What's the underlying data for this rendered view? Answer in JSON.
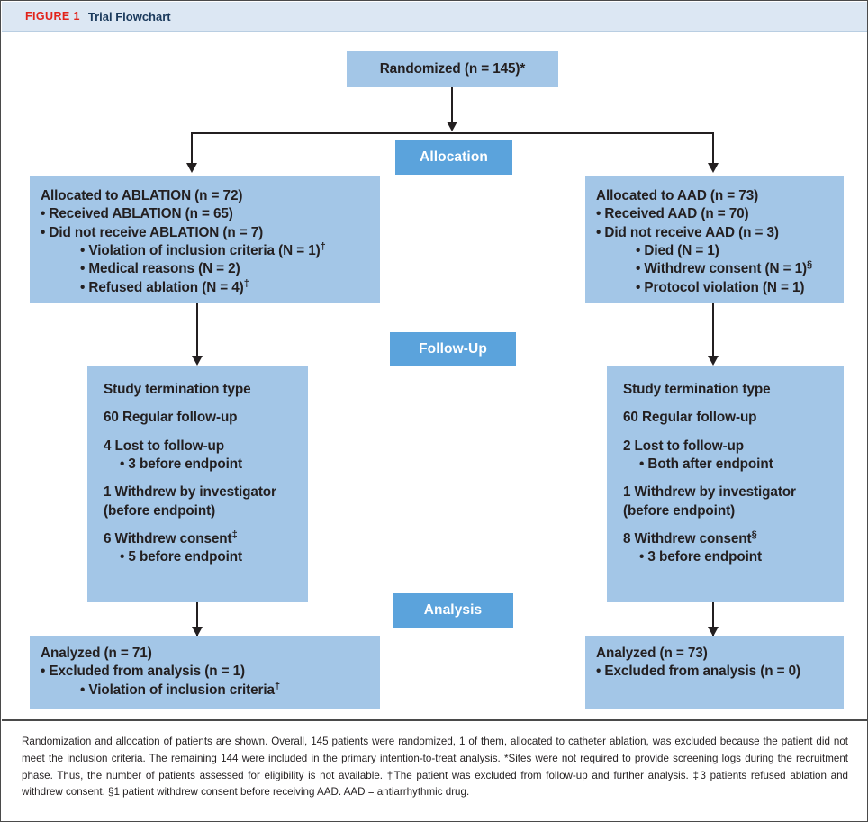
{
  "header": {
    "figure_label": "FIGURE 1",
    "title": "Trial Flowchart",
    "band_color": "#dce7f3",
    "label_color": "#e2231a",
    "title_color": "#1b3a5c"
  },
  "colors": {
    "node_fill": "#a3c6e7",
    "stage_fill": "#5ba3dc",
    "stage_text": "#ffffff",
    "connector": "#231f20",
    "frame_border": "#4a4a4a"
  },
  "chart_data": {
    "type": "diagram",
    "title": "Trial Flowchart",
    "diagram_kind": "CONSORT participant flow",
    "stages": [
      "Allocation",
      "Follow-Up",
      "Analysis"
    ],
    "arms": [
      "ABLATION",
      "AAD"
    ],
    "nodes": {
      "randomized": {
        "total": 145,
        "label": "Randomized (n = 145)*"
      },
      "allocation_left": {
        "allocated": 72,
        "received": 65,
        "not_received": 7
      },
      "allocation_right": {
        "allocated": 73,
        "received": 70,
        "not_received": 3
      },
      "followup_left": {
        "regular": 60,
        "lost": 4,
        "withdrew_by_investigator": 1,
        "withdrew_consent": 6
      },
      "followup_right": {
        "regular": 60,
        "lost": 2,
        "withdrew_by_investigator": 1,
        "withdrew_consent": 8
      },
      "analysis_left": {
        "analyzed": 71,
        "excluded": 1
      },
      "analysis_right": {
        "analyzed": 73,
        "excluded": 0
      }
    }
  },
  "nodes": {
    "randomized": {
      "line1": "Randomized (n = 145)*"
    },
    "alloc_left": {
      "line1": "Allocated to ABLATION (n = 72)",
      "line2": "• Received ABLATION (n = 65)",
      "line3": "• Did not receive ABLATION (n = 7)",
      "line4_a": "• Violation of inclusion criteria (N = 1)",
      "line4_sup": "†",
      "line5": "• Medical reasons (N = 2)",
      "line6_a": "• Refused ablation (N = 4)",
      "line6_sup": "‡"
    },
    "alloc_right": {
      "line1": "Allocated to AAD (n = 73)",
      "line2": "• Received AAD (n = 70)",
      "line3": "• Did not receive AAD (n = 3)",
      "line4": "• Died (N = 1)",
      "line5_a": "• Withdrew consent (N = 1)",
      "line5_sup": "§",
      "line6": "• Protocol violation (N = 1)"
    },
    "follow_left": {
      "line1": "Study termination type",
      "line2": "60 Regular follow-up",
      "line3": "4 Lost to follow-up",
      "line4": "• 3 before endpoint",
      "line5": "1 Withdrew by investigator",
      "line6": "(before endpoint)",
      "line7_a": "6 Withdrew consent",
      "line7_sup": "‡",
      "line8": "• 5 before endpoint"
    },
    "follow_right": {
      "line1": "Study termination type",
      "line2": "60 Regular follow-up",
      "line3": "2 Lost to follow-up",
      "line4": "• Both after endpoint",
      "line5": "1 Withdrew by investigator",
      "line6": "(before endpoint)",
      "line7_a": "8 Withdrew consent",
      "line7_sup": "§",
      "line8": "• 3 before endpoint"
    },
    "analysis_left": {
      "line1": "Analyzed (n = 71)",
      "line2": "• Excluded from analysis (n = 1)",
      "line3_a": "• Violation of inclusion criteria",
      "line3_sup": "†"
    },
    "analysis_right": {
      "line1": "Analyzed (n = 73)",
      "line2": "• Excluded from analysis (n = 0)"
    }
  },
  "stages": {
    "allocation": "Allocation",
    "followup": "Follow-Up",
    "analysis": "Analysis"
  },
  "caption": {
    "text": "Randomization and allocation of patients are shown. Overall, 145 patients were randomized, 1 of them, allocated to catheter ablation, was excluded because the patient did not meet the inclusion criteria. The remaining 144 were included in the primary intention-to-treat analysis. *Sites were not required to provide screening logs during the recruitment phase. Thus, the number of patients assessed for eligibility is not available. †The patient was excluded from follow-up and further analysis. ‡3 patients refused ablation and withdrew consent. §1 patient withdrew consent before receiving AAD. AAD = antiarrhythmic drug."
  }
}
